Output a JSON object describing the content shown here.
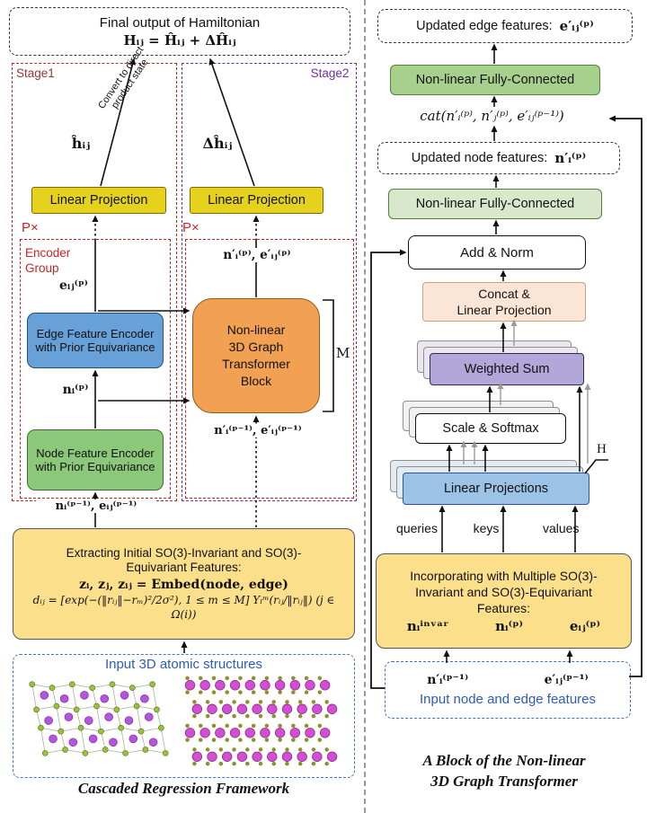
{
  "colors": {
    "stage_red": "#cc2424",
    "stage2_purple": "#7030a0",
    "input_blue": "#2e5cb8",
    "encoder_blue": "#68a0d8",
    "encoder_green": "#8cc87a",
    "transformer_orange": "#f2a052",
    "projection_yellow": "#e6d21d",
    "feature_yellow": "#fbdf8b",
    "fc_green": "#a8d08d",
    "fc_green_light": "#d9e8cd",
    "concat_peach": "#fbe5d6",
    "weighted_sum_purple": "#b3a6d9",
    "linear_projections_blue": "#9cc2e6"
  },
  "left": {
    "final_output_title": "Final output of Hamiltonian",
    "final_output_formula": "Hᵢⱼ = Ĥᵢⱼ + ΔĤᵢⱼ",
    "stage1_label": "Stage1",
    "stage2_label": "Stage2",
    "convert_note": "Convert to direct product state",
    "h_hat_label": "ĥᵢⱼ",
    "delta_h_hat_label": "Δĥᵢⱼ",
    "linear_projection_label": "Linear Projection",
    "p_times_label": "P×",
    "encoder_group_label": "Encoder\nGroup",
    "edge_feature_label": "eᵢⱼ⁽ᵖ⁾",
    "edge_encoder_label": "Edge Feature Encoder with Prior Equivariance",
    "node_feature_label": "nᵢ⁽ᵖ⁾",
    "node_encoder_label": "Node Feature Encoder with Prior Equivariance",
    "transformer_output_label": "n′ᵢ⁽ᵖ⁾, e′ᵢⱼ⁽ᵖ⁾",
    "transformer_block_label": "Non-linear\n3D Graph\nTransformer\nBlock",
    "m_label": "M",
    "transformer_input_label": "n′ᵢ⁽ᵖ⁻¹⁾, e′ᵢⱼ⁽ᵖ⁻¹⁾",
    "initial_feature_label": "nᵢ⁽ᵖ⁻¹⁾, eᵢⱼ⁽ᵖ⁻¹⁾",
    "extract_title": "Extracting Initial SO(3)-Invariant and SO(3)-\nEquivariant Features:",
    "extract_formula1": "zᵢ, zⱼ, zᵢⱼ =  Embed(node, edge)",
    "extract_formula2": "dᵢⱼ = [exp(−(‖rᵢⱼ‖−rₘ)²/2σ²), 1 ≤ m ≤ M]    Yₗᵐ(rᵢⱼ/‖rᵢⱼ‖) (j ∈ Ω(i))",
    "input_title": "Input 3D atomic structures",
    "caption": "Cascaded Regression Framework"
  },
  "right": {
    "updated_edge_label": "Updated edge features:",
    "updated_edge_value": "e′ᵢⱼ⁽ᵖ⁾",
    "fc_top_label": "Non-linear Fully-Connected",
    "cat_label": "cat(n′ᵢ⁽ᵖ⁾, n′ⱼ⁽ᵖ⁾, e′ᵢⱼ⁽ᵖ⁻¹⁾)",
    "updated_node_label": "Updated node features:",
    "updated_node_value": "n′ᵢ⁽ᵖ⁾",
    "fc_mid_label": "Non-linear Fully-Connected",
    "add_norm_label": "Add & Norm",
    "concat_label": "Concat &\nLinear Projection",
    "weighted_sum_label": "Weighted Sum",
    "scale_softmax_label": "Scale & Softmax",
    "linear_projections_label": "Linear Projections",
    "h_label": "H",
    "queries_label": "queries",
    "keys_label": "keys",
    "values_label": "values",
    "incorporating_title": "Incorporating with Multiple SO(3)-\nInvariant and SO(3)-Equivariant\nFeatures:",
    "feature_invar": "nᵢⁱⁿᵛᵃʳ",
    "feature_node": "nᵢ⁽ᵖ⁾",
    "feature_edge": "eᵢⱼ⁽ᵖ⁾",
    "input_node_value": "n′ᵢ⁽ᵖ⁻¹⁾",
    "input_edge_value": "e′ᵢⱼ⁽ᵖ⁻¹⁾",
    "input_title": "Input node and edge  features",
    "caption": "A Block of the Non-linear\n3D Graph Transformer"
  }
}
